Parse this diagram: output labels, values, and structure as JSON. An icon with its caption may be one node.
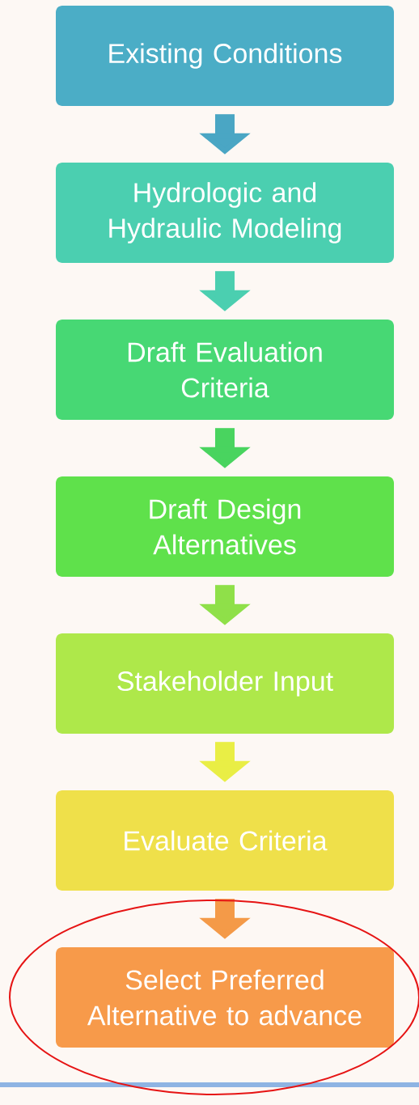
{
  "diagram": {
    "nodes": [
      {
        "text": [
          "Existing Conditions"
        ]
      },
      {
        "text": [
          "Hydrologic and Hydraulic Modeling"
        ]
      },
      {
        "text": [
          "Draft Evaluation Criteria"
        ]
      },
      {
        "text": [
          "Draft Design Alternatives"
        ]
      },
      {
        "text": [
          "Stakeholder Input"
        ]
      },
      {
        "text": [
          "Evaluate Criteria"
        ]
      },
      {
        "text": [
          "Select Preferred Alternative to advance"
        ]
      }
    ],
    "edges": [
      {
        "from": 0,
        "to": 1,
        "arrow": "to",
        "color": "#4aa6c4"
      },
      {
        "from": 1,
        "to": 2,
        "arrow": "to",
        "color": "#4bcfb0"
      },
      {
        "from": 2,
        "to": 3,
        "arrow": "to",
        "color": "#49d45f"
      },
      {
        "from": 3,
        "to": 4,
        "arrow": "to",
        "color": "#8fe049"
      },
      {
        "from": 4,
        "to": 5,
        "arrow": "to",
        "color": "#e9ee45"
      },
      {
        "from": 5,
        "to": 6,
        "arrow": "to",
        "color": "#f49a48"
      }
    ]
  }
}
